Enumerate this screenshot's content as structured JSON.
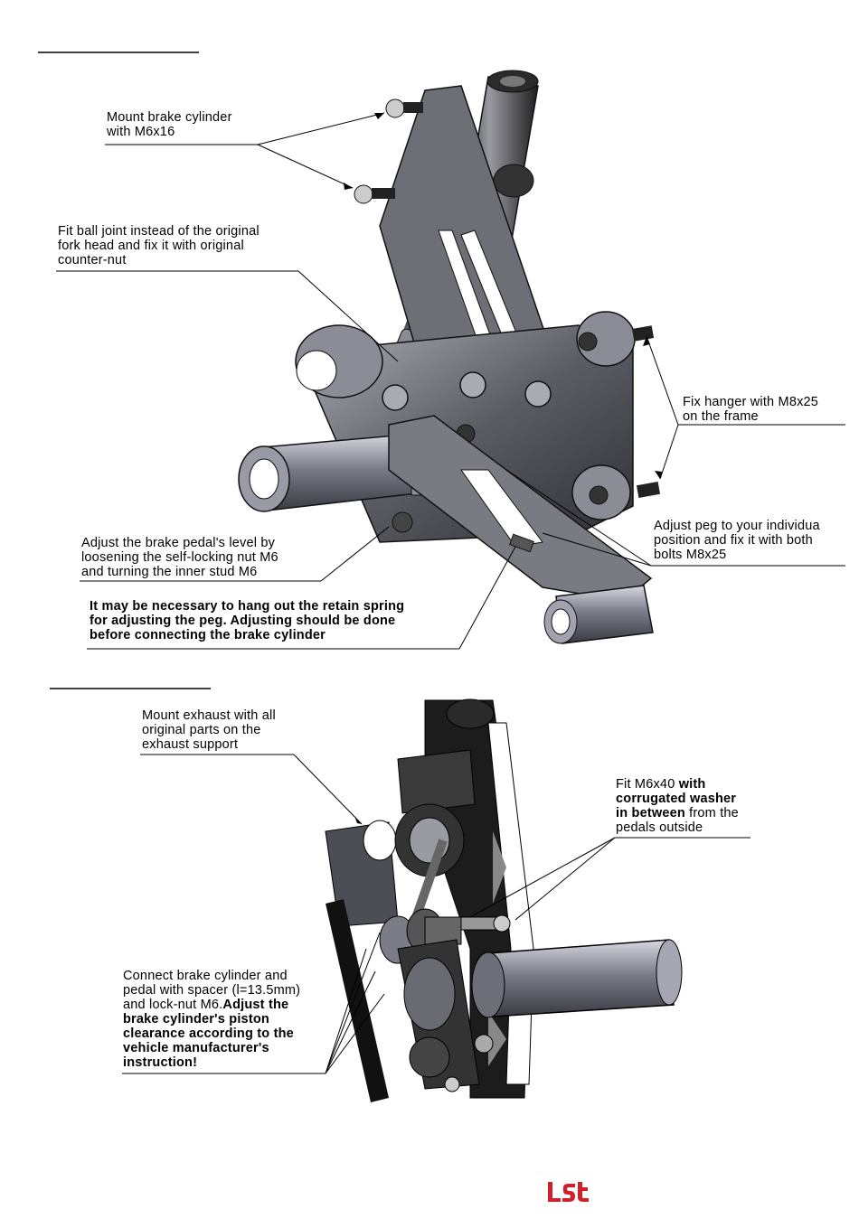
{
  "callouts_top": {
    "mount_cylinder": "Mount brake cylinder\nwith M6x16",
    "ball_joint": "Fit ball joint instead of the original\nfork head and fix it with original\ncounter-nut",
    "fix_hanger": "Fix hanger with M8x25\non the frame",
    "adjust_peg": "Adjust peg to your individua\nposition and fix it with both\nbolts M8x25",
    "adjust_pedal": "Adjust the brake pedal's level by\nloosening the self-locking nut M6\nand turning the inner stud M6",
    "note_bold": "It may be necessary to hang out the retain spring\nfor adjusting the peg. Adjusting should be done\nbefore connecting the brake cylinder"
  },
  "callouts_bottom": {
    "exhaust": "Mount exhaust with all\noriginal parts on the\nexhaust support",
    "fit_m6x40_part1": "Fit M6x40 ",
    "fit_m6x40_part2": "with\ncorrugated washer\nin between",
    "fit_m6x40_part3": " from the\npedals outside",
    "connect_part1": "Connect brake cylinder and\npedal with spacer (l=13.5mm)\nand lock-nut M6.",
    "connect_part2": "Adjust the\nbrake cylinder's piston\nclearance according to the\nvehicle manufacturer's\ninstruction!"
  },
  "footer": {
    "logo_text": "LSL",
    "logo_color": "#d0202a"
  },
  "colors": {
    "metal_dark": "#5a5a60",
    "metal_mid": "#8a8a94",
    "metal_light": "#c8c8d0",
    "black_part": "#1a1a1a"
  }
}
